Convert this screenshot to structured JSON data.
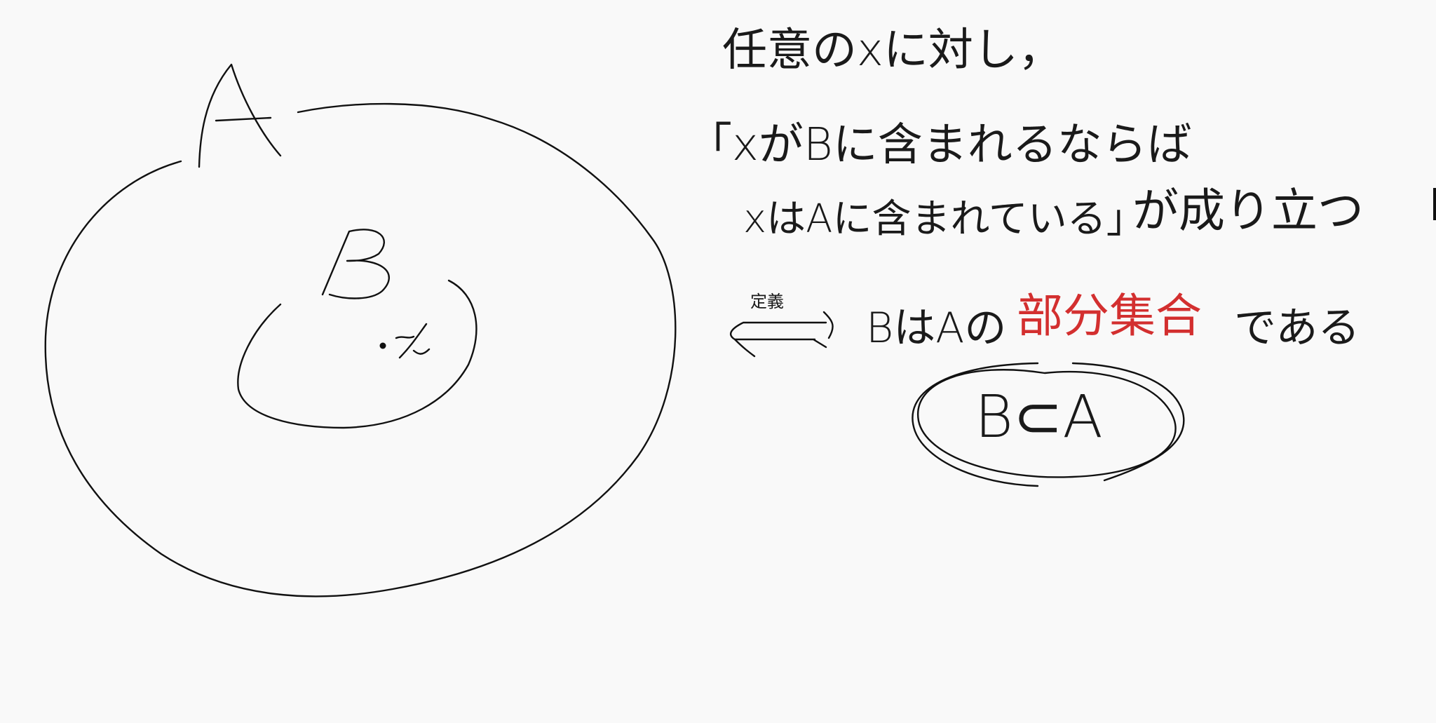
{
  "diagram": {
    "set_a_label": "A",
    "set_b_label": "B",
    "element_label": "x"
  },
  "text": {
    "line1": "任意のxに対し，",
    "line2": "「xがBに含まれるならば",
    "line3_prefix": "xはAに含まれている」",
    "line3_suffix": "が成り立つ",
    "arrow_label": "定義",
    "conclusion_before": "BはAの",
    "conclusion_red": "部分集合",
    "conclusion_after": "である",
    "notation": "B⊂A"
  },
  "colors": {
    "ink": "#111111",
    "highlight": "#d32f2f",
    "background": "#f9f9f9"
  }
}
